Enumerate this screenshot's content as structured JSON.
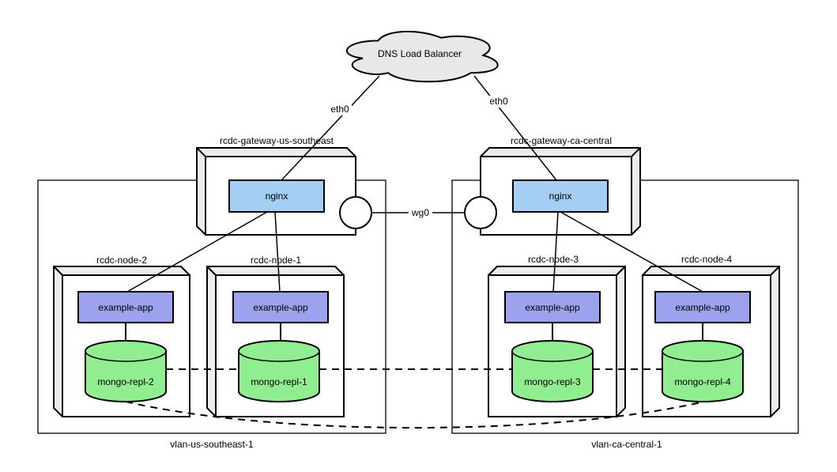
{
  "cloud": {
    "label": "DNS Load Balancer"
  },
  "interfaces": {
    "eth0_left": "eth0",
    "eth0_right": "eth0",
    "wg0": "wg0"
  },
  "gateways": [
    {
      "name": "rcdc-gateway-us-southeast",
      "service": "nginx"
    },
    {
      "name": "rcdc-gateway-ca-central",
      "service": "nginx"
    }
  ],
  "vlans": [
    {
      "name": "vlan-us-southeast-1"
    },
    {
      "name": "vlan-ca-central-1"
    }
  ],
  "nodes": [
    {
      "name": "rcdc-node-2",
      "app": "example-app",
      "db": "mongo-repl-2"
    },
    {
      "name": "rcdc-node-1",
      "app": "example-app",
      "db": "mongo-repl-1"
    },
    {
      "name": "rcdc-node-3",
      "app": "example-app",
      "db": "mongo-repl-3"
    },
    {
      "name": "rcdc-node-4",
      "app": "example-app",
      "db": "mongo-repl-4"
    }
  ],
  "colors": {
    "nginx": "#a5cef5",
    "app": "#9da2ec",
    "db": "#90ee90",
    "box_side": "#ececec",
    "cloud": "#e8e8e8",
    "stroke": "#000000"
  }
}
